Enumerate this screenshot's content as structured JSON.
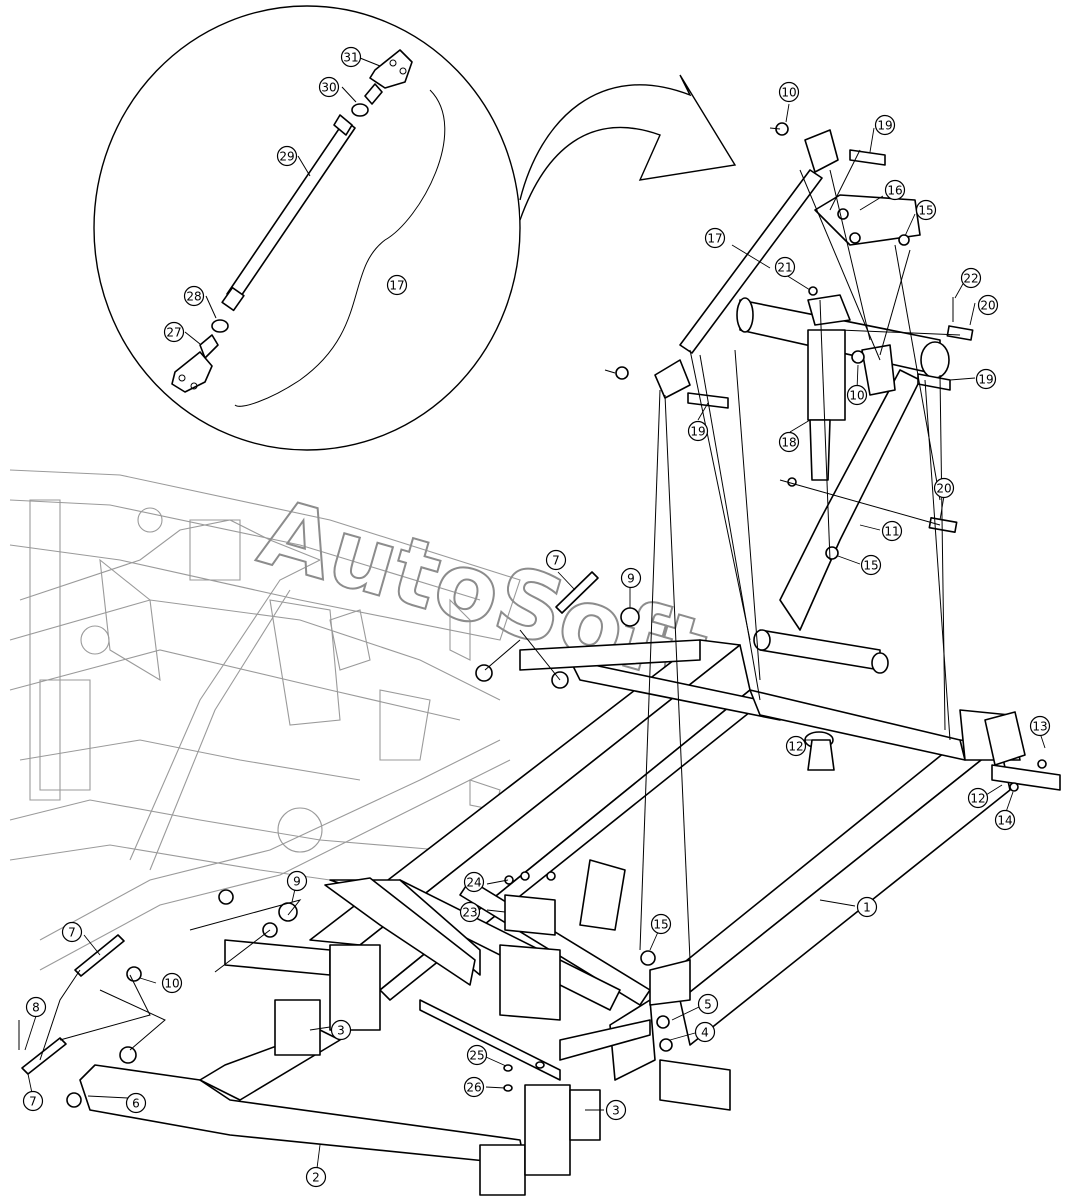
{
  "watermark": "AutoSoft",
  "callouts": [
    {
      "id": "c31",
      "label": "31"
    },
    {
      "id": "c30",
      "label": "30"
    },
    {
      "id": "c29",
      "label": "29"
    },
    {
      "id": "c28",
      "label": "28"
    },
    {
      "id": "c27",
      "label": "27"
    },
    {
      "id": "c17a",
      "label": "17"
    },
    {
      "id": "c10a",
      "label": "10"
    },
    {
      "id": "c19a",
      "label": "19"
    },
    {
      "id": "c16",
      "label": "16"
    },
    {
      "id": "c15a",
      "label": "15"
    },
    {
      "id": "c17b",
      "label": "17"
    },
    {
      "id": "c21",
      "label": "21"
    },
    {
      "id": "c22",
      "label": "22"
    },
    {
      "id": "c20a",
      "label": "20"
    },
    {
      "id": "c19b",
      "label": "19"
    },
    {
      "id": "c10b",
      "label": "10"
    },
    {
      "id": "c19c",
      "label": "19"
    },
    {
      "id": "c18",
      "label": "18"
    },
    {
      "id": "c20b",
      "label": "20"
    },
    {
      "id": "c11",
      "label": "11"
    },
    {
      "id": "c15b",
      "label": "15"
    },
    {
      "id": "c7a",
      "label": "7"
    },
    {
      "id": "c9a",
      "label": "9"
    },
    {
      "id": "c12a",
      "label": "12"
    },
    {
      "id": "c13",
      "label": "13"
    },
    {
      "id": "c12b",
      "label": "12"
    },
    {
      "id": "c14",
      "label": "14"
    },
    {
      "id": "c1",
      "label": "1"
    },
    {
      "id": "c24",
      "label": "24"
    },
    {
      "id": "c23",
      "label": "23"
    },
    {
      "id": "c15c",
      "label": "15"
    },
    {
      "id": "c9b",
      "label": "9"
    },
    {
      "id": "c7b",
      "label": "7"
    },
    {
      "id": "c10c",
      "label": "10"
    },
    {
      "id": "c8",
      "label": "8"
    },
    {
      "id": "c5",
      "label": "5"
    },
    {
      "id": "c4",
      "label": "4"
    },
    {
      "id": "c3a",
      "label": "3"
    },
    {
      "id": "c25",
      "label": "25"
    },
    {
      "id": "c26",
      "label": "26"
    },
    {
      "id": "c3b",
      "label": "3"
    },
    {
      "id": "c6",
      "label": "6"
    },
    {
      "id": "c7c",
      "label": "7"
    },
    {
      "id": "c2",
      "label": "2"
    }
  ]
}
